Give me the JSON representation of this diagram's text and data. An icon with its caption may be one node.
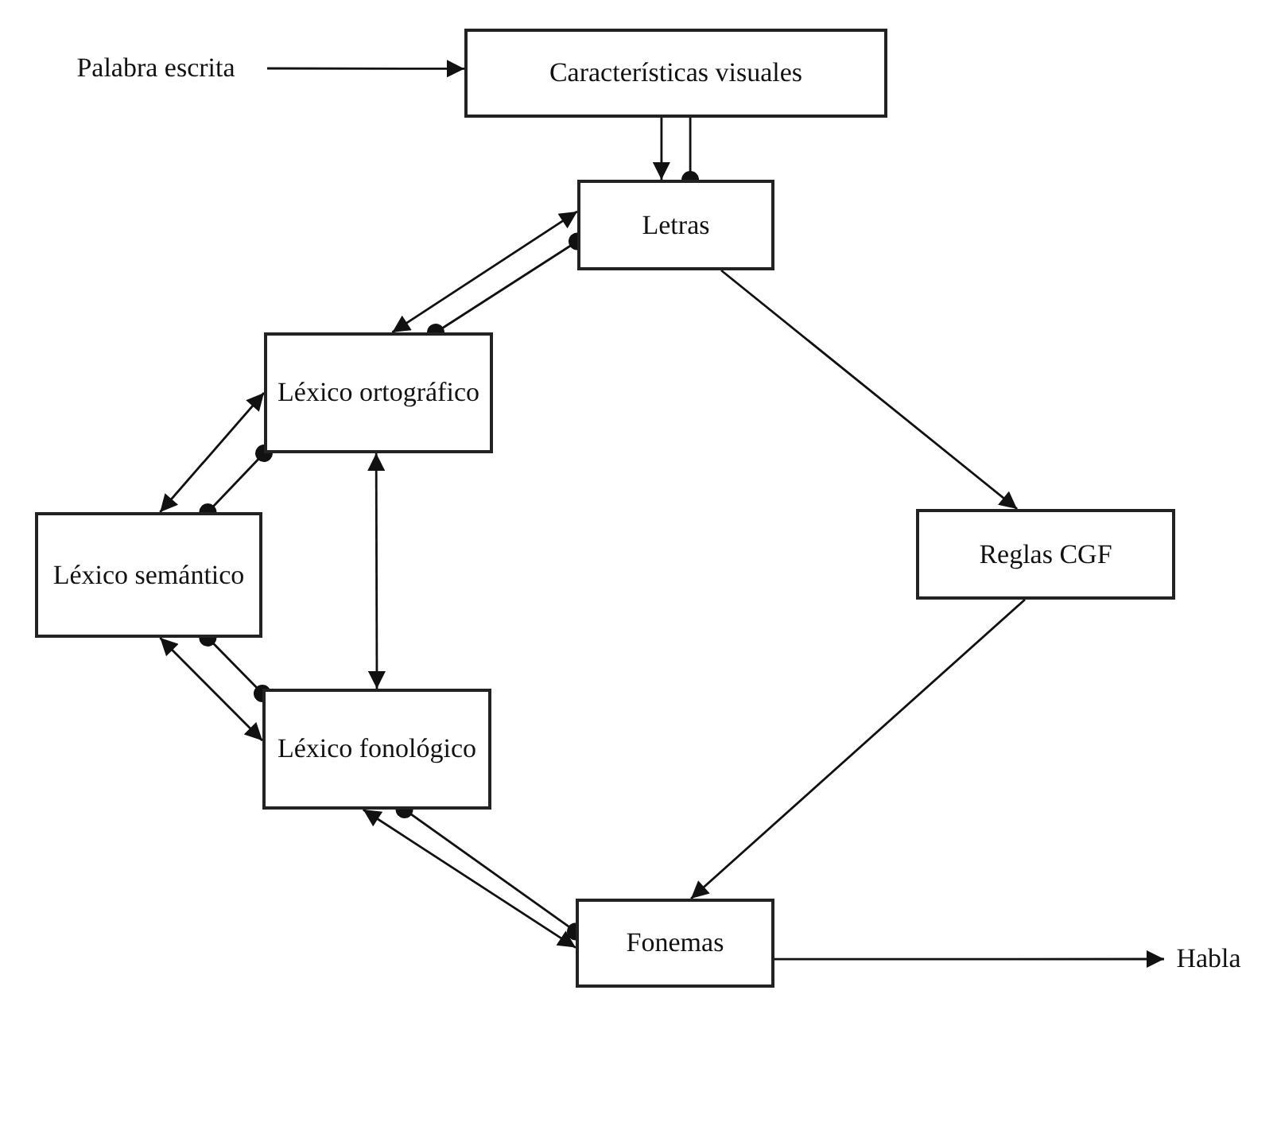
{
  "diagram": {
    "nodes": [
      {
        "text": [
          "Palabra escrita"
        ]
      },
      {
        "text": [
          "Características visuales"
        ]
      },
      {
        "text": [
          "Letras"
        ]
      },
      {
        "text": [
          "Léxico ortográfico"
        ]
      },
      {
        "text": [
          "Léxico semántico"
        ]
      },
      {
        "text": [
          "Reglas CGF"
        ]
      },
      {
        "text": [
          "Léxico fonológico"
        ]
      },
      {
        "text": [
          "Fonemas"
        ]
      },
      {
        "text": [
          "Habla"
        ]
      }
    ],
    "edges": [
      {
        "from": 0,
        "to": 1,
        "arrow": "to"
      },
      {
        "from": 1,
        "to": 2,
        "arrow": "to"
      },
      {
        "from": 1,
        "to": 2,
        "arrow": "other"
      },
      {
        "from": 2,
        "to": 3,
        "arrow": "both"
      },
      {
        "from": 2,
        "to": 3,
        "arrow": "other"
      },
      {
        "from": 3,
        "to": 4,
        "arrow": "both"
      },
      {
        "from": 3,
        "to": 4,
        "arrow": "other"
      },
      {
        "from": 3,
        "to": 6,
        "arrow": "both"
      },
      {
        "from": 4,
        "to": 6,
        "arrow": "both"
      },
      {
        "from": 4,
        "to": 6,
        "arrow": "other"
      },
      {
        "from": 6,
        "to": 7,
        "arrow": "both"
      },
      {
        "from": 6,
        "to": 7,
        "arrow": "other"
      },
      {
        "from": 2,
        "to": 5,
        "arrow": "to"
      },
      {
        "from": 5,
        "to": 7,
        "arrow": "to"
      },
      {
        "from": 7,
        "to": 8,
        "arrow": "to"
      }
    ]
  }
}
